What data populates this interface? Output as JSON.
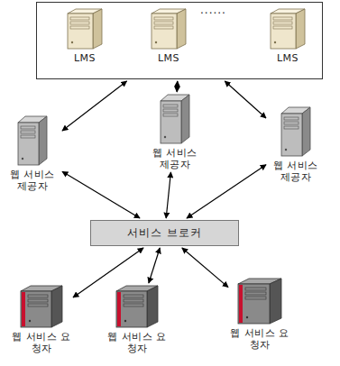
{
  "diagram": {
    "nodes": [
      {
        "text": []
      },
      {
        "text": [
          "LMS"
        ],
        "in": 0
      },
      {
        "text": [
          "LMS"
        ],
        "in": 0
      },
      {
        "text": [
          "LMS"
        ],
        "in": 0
      },
      {
        "text": [
          "웹 서비스 제공자"
        ]
      },
      {
        "text": [
          "웹 서비스 제공자"
        ]
      },
      {
        "text": [
          "웹 서비스 제공자"
        ]
      },
      {
        "text": [
          "서비스 브로커"
        ]
      },
      {
        "text": [
          "웹 서비스 요청자"
        ]
      },
      {
        "text": [
          "웹 서비스 요청자"
        ]
      },
      {
        "text": [
          "웹 서비스 요청자"
        ]
      }
    ],
    "edges": [
      {
        "from": 0,
        "to": 4,
        "arrow": "both"
      },
      {
        "from": 0,
        "to": 5,
        "arrow": "both"
      },
      {
        "from": 0,
        "to": 6,
        "arrow": "both"
      },
      {
        "from": 4,
        "to": 7,
        "arrow": "both"
      },
      {
        "from": 5,
        "to": 7,
        "arrow": "both"
      },
      {
        "from": 6,
        "to": 7,
        "arrow": "both"
      },
      {
        "from": 7,
        "to": 8,
        "arrow": "both"
      },
      {
        "from": 7,
        "to": 9,
        "arrow": "both"
      },
      {
        "from": 7,
        "to": 10,
        "arrow": "both"
      }
    ],
    "labels": [
      "......"
    ]
  }
}
